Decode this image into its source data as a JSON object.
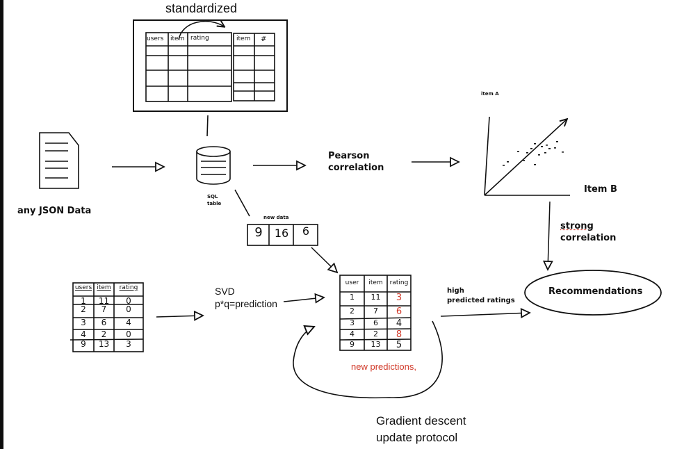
{
  "diagram": {
    "title_standardized": "standardized",
    "standardized_table_main": {
      "headers": [
        "users",
        "item",
        "rating"
      ],
      "rows": 4
    },
    "standardized_table_side": {
      "headers": [
        "item",
        "#"
      ],
      "rows": 5
    },
    "json_source_label": "any JSON Data",
    "sql_label_line1": "SQL",
    "sql_label_line2": "table",
    "pearson_line1": "Pearson",
    "pearson_line2": "correlation",
    "scatter": {
      "y_label": "item A",
      "x_label": "Item B"
    },
    "strong_line1": "strong",
    "strong_line2": "correlation",
    "new_data": {
      "label": "new data",
      "values": [
        "9",
        "16",
        "6"
      ]
    },
    "input_table": {
      "headers": [
        "users",
        "item",
        "rating"
      ],
      "rows": [
        [
          "1",
          "11",
          "0"
        ],
        [
          "2",
          "7",
          "0"
        ],
        [
          "3",
          "6",
          "4"
        ],
        [
          "4",
          "2",
          "0"
        ],
        [
          "9",
          "13",
          "3"
        ]
      ]
    },
    "svd_line1": "SVD",
    "svd_line2": "p*q=prediction",
    "prediction_table": {
      "headers": [
        "user",
        "item",
        "rating"
      ],
      "rows": [
        {
          "user": "1",
          "item": "11",
          "rating": "3",
          "predicted": true
        },
        {
          "user": "2",
          "item": "7",
          "rating": "6",
          "predicted": true
        },
        {
          "user": "3",
          "item": "6",
          "rating": "4",
          "predicted": false
        },
        {
          "user": "4",
          "item": "2",
          "rating": "8",
          "predicted": true
        },
        {
          "user": "9",
          "item": "13",
          "rating": "5",
          "predicted": false
        }
      ]
    },
    "new_predictions_label": "new predictions,",
    "high_line1": "high",
    "high_line2": "predicted ratings",
    "recommendations_label": "Recommendations",
    "gd_line1": "Gradient descent",
    "gd_line2": "update protocol",
    "colors": {
      "prediction_red": "#d13a2a",
      "ink": "#111111"
    }
  }
}
